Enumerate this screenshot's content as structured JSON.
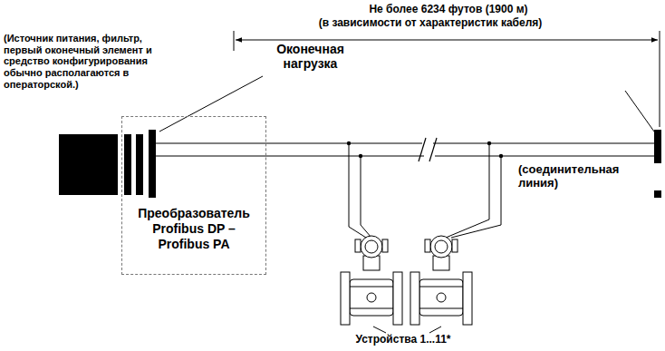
{
  "diagram": {
    "nodes": [
      {
        "text": [
          "Преобразователь Profibus DP – Profibus PA"
        ]
      }
    ],
    "labels": [
      "Не более 6234 футов (1900 м)",
      "(в зависимости от характеристик кабеля)",
      "(Источник питания, фильтр, первый оконечный элемент и средство конфигурирования обычно располагаются в операторской.)",
      "Оконечная нагрузка",
      "(соединительная линия)",
      "Устройства 1...11*"
    ]
  }
}
